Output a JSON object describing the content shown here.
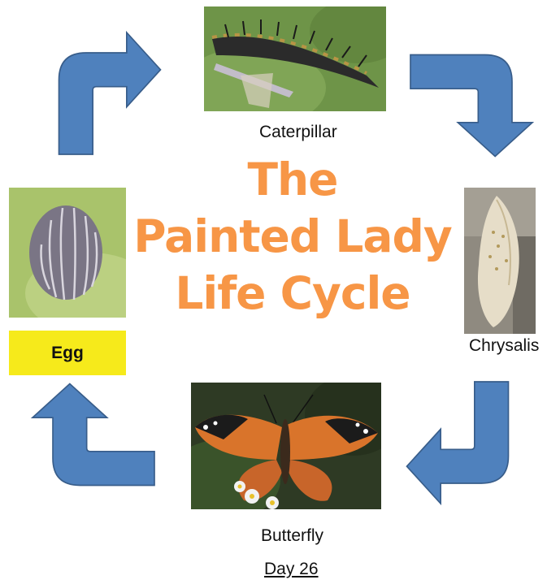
{
  "title": {
    "line1": "The",
    "line2": "Painted Lady",
    "line3": "Life Cycle"
  },
  "stages": {
    "caterpillar": "Caterpillar",
    "chrysalis": "Chrysalis",
    "butterfly": "Butterfly",
    "egg": "Egg"
  },
  "footer": {
    "day": "Day 26"
  },
  "colors": {
    "title": "#f79646",
    "arrow_fill": "#4f81bd",
    "arrow_stroke": "#385d8a",
    "egg_label_bg": "#f6ea1b"
  },
  "icons": [
    "caterpillar-photo",
    "chrysalis-photo",
    "butterfly-photo",
    "egg-photo",
    "curved-arrow"
  ]
}
